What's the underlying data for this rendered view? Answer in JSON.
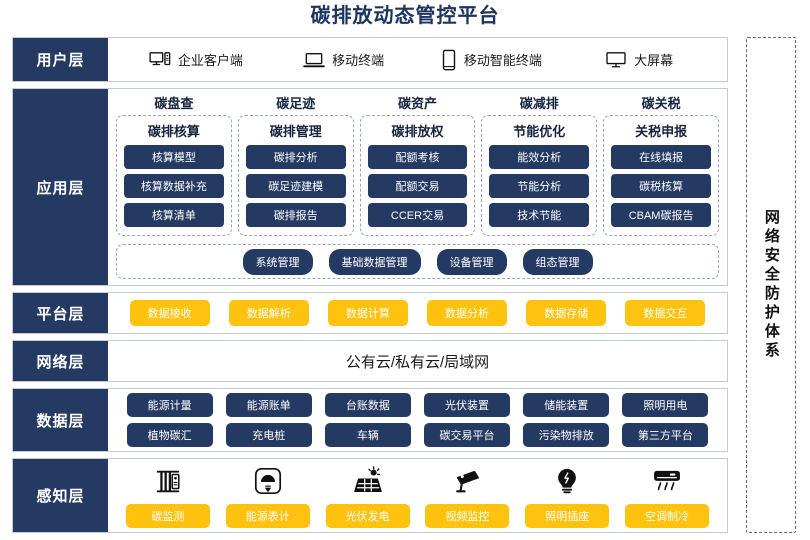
{
  "title": "碳排放动态管控平台",
  "security_band": {
    "label": "网络安全防护体系"
  },
  "layers": {
    "user": {
      "label": "用户层",
      "items": [
        {
          "icon": "desktop-tower-icon",
          "label": "企业客户端"
        },
        {
          "icon": "laptop-icon",
          "label": "移动终端"
        },
        {
          "icon": "smartphone-icon",
          "label": "移动智能终端"
        },
        {
          "icon": "monitor-icon",
          "label": "大屏幕"
        }
      ]
    },
    "application": {
      "label": "应用层",
      "columns": [
        {
          "title": "碳盘查",
          "card_title": "碳排核算",
          "items": [
            "核算模型",
            "核算数据补充",
            "核算清单"
          ]
        },
        {
          "title": "碳足迹",
          "card_title": "碳排管理",
          "items": [
            "碳排分析",
            "碳足迹建模",
            "碳排报告"
          ]
        },
        {
          "title": "碳资产",
          "card_title": "碳排放权",
          "items": [
            "配额考核",
            "配额交易",
            "CCER交易"
          ]
        },
        {
          "title": "碳减排",
          "card_title": "节能优化",
          "items": [
            "能效分析",
            "节能分析",
            "技术节能"
          ]
        },
        {
          "title": "碳关税",
          "card_title": "关税申报",
          "items": [
            "在线填报",
            "碳税核算",
            "CBAM碳报告"
          ]
        }
      ],
      "management": [
        "系统管理",
        "基础数据管理",
        "设备管理",
        "组态管理"
      ]
    },
    "platform": {
      "label": "平台层",
      "items": [
        "数据接收",
        "数据解析",
        "数据计算",
        "数据分析",
        "数据存储",
        "数据交互"
      ]
    },
    "network": {
      "label": "网络层",
      "text": "公有云/私有云/局域网"
    },
    "data": {
      "label": "数据层",
      "row1": [
        "能源计量",
        "能源账单",
        "台账数据",
        "光伏装置",
        "储能装置",
        "照明用电"
      ],
      "row2": [
        "植物碳汇",
        "充电桩",
        "车辆",
        "碳交易平台",
        "污染物排放",
        "第三方平台"
      ]
    },
    "sensing": {
      "label": "感知层",
      "items": [
        {
          "icon": "carbon-sensor-icon",
          "label": "碳监测"
        },
        {
          "icon": "meter-gauge-icon",
          "label": "能源表计"
        },
        {
          "icon": "solar-panel-icon",
          "label": "光伏发电"
        },
        {
          "icon": "cctv-camera-icon",
          "label": "视频监控"
        },
        {
          "icon": "lightbulb-icon",
          "label": "照明插座"
        },
        {
          "icon": "air-conditioner-icon",
          "label": "空调制冷"
        }
      ]
    }
  },
  "colors": {
    "navy": "#253a63",
    "title_navy": "#1d3461",
    "yellow": "#ffc20e",
    "border_gray": "#c3cbd8",
    "dashed_gray": "#9aa5ba"
  }
}
